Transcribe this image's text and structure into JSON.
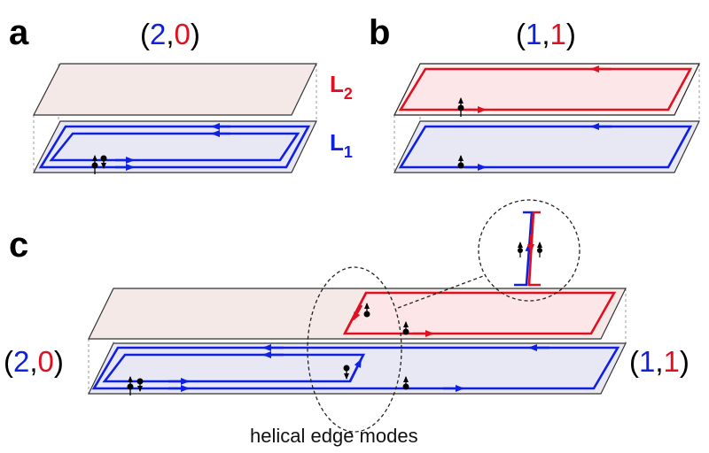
{
  "colors": {
    "blue": "#1020e0",
    "red": "#e01020",
    "black": "#000000"
  },
  "panels": {
    "a": {
      "letter": "a",
      "state": {
        "open": "(",
        "n1": "2",
        "comma": ",",
        "n2": "0",
        "close": ")"
      }
    },
    "b": {
      "letter": "b",
      "state": {
        "open": "(",
        "n1": "1",
        "comma": ",",
        "n2": "1",
        "close": ")"
      }
    },
    "c": {
      "letter": "c",
      "left_state": {
        "open": "(",
        "n1": "2",
        "comma": ",",
        "n2": "0",
        "close": ")"
      },
      "right_state": {
        "open": "(",
        "n1": "1",
        "comma": ",",
        "n2": "1",
        "close": ")"
      },
      "caption": "helical edge modes"
    }
  },
  "layers": {
    "top": {
      "letter": "L",
      "sub": "2"
    },
    "bottom": {
      "letter": "L",
      "sub": "1"
    }
  }
}
